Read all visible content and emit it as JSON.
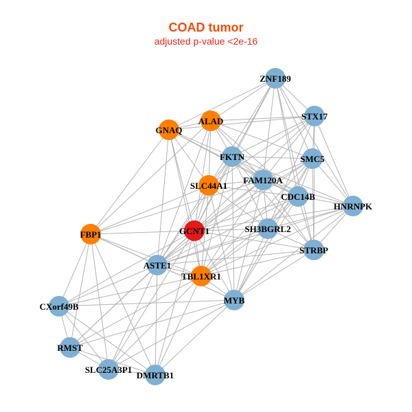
{
  "header": {
    "title": "COAD tumor",
    "subtitle": "adjusted p-value <2e-16",
    "title_color": "#ee4c0c",
    "subtitle_color": "#e8261c"
  },
  "legend_colors": {
    "center": "#e41a1c",
    "orange": "#ff7f00",
    "blue": "#7fb0d3",
    "edge": "#b3b3b3"
  },
  "nodes": [
    {
      "id": "GCNT1",
      "label": "GCNT1",
      "group": "center"
    },
    {
      "id": "ZNF189",
      "label": "ZNF189",
      "group": "blue"
    },
    {
      "id": "STX17",
      "label": "STX17",
      "group": "blue"
    },
    {
      "id": "ALAD",
      "label": "ALAD",
      "group": "orange"
    },
    {
      "id": "GNAQ",
      "label": "GNAQ",
      "group": "orange"
    },
    {
      "id": "FKTN",
      "label": "FKTN",
      "group": "blue"
    },
    {
      "id": "SMC5",
      "label": "SMC5",
      "group": "blue"
    },
    {
      "id": "FAM120A",
      "label": "FAM120A",
      "group": "blue"
    },
    {
      "id": "SLC44A1",
      "label": "SLC44A1",
      "group": "orange"
    },
    {
      "id": "CDC14B",
      "label": "CDC14B",
      "group": "blue"
    },
    {
      "id": "HNRNPK",
      "label": "HNRNPK",
      "group": "blue"
    },
    {
      "id": "FBP1",
      "label": "FBP1",
      "group": "orange"
    },
    {
      "id": "SH3BGRL2",
      "label": "SH3BGRL2",
      "group": "blue"
    },
    {
      "id": "STRBP",
      "label": "STRBP",
      "group": "blue"
    },
    {
      "id": "ASTE1",
      "label": "ASTE1",
      "group": "blue"
    },
    {
      "id": "TBL1XR1",
      "label": "TBL1XR1",
      "group": "orange"
    },
    {
      "id": "MYB",
      "label": "MYB",
      "group": "blue"
    },
    {
      "id": "CXorf49B",
      "label": "CXorf49B",
      "group": "blue"
    },
    {
      "id": "RMST",
      "label": "RMST",
      "group": "blue"
    },
    {
      "id": "SLC25A3P1",
      "label": "SLC25A3P1",
      "group": "blue"
    },
    {
      "id": "DMRTB1",
      "label": "DMRTB1",
      "group": "blue"
    }
  ],
  "edges": [
    [
      "GCNT1",
      "ZNF189"
    ],
    [
      "GCNT1",
      "STX17"
    ],
    [
      "GCNT1",
      "ALAD"
    ],
    [
      "GCNT1",
      "GNAQ"
    ],
    [
      "GCNT1",
      "FKTN"
    ],
    [
      "GCNT1",
      "SMC5"
    ],
    [
      "GCNT1",
      "FAM120A"
    ],
    [
      "GCNT1",
      "SLC44A1"
    ],
    [
      "GCNT1",
      "CDC14B"
    ],
    [
      "GCNT1",
      "HNRNPK"
    ],
    [
      "GCNT1",
      "FBP1"
    ],
    [
      "GCNT1",
      "SH3BGRL2"
    ],
    [
      "GCNT1",
      "STRBP"
    ],
    [
      "GCNT1",
      "ASTE1"
    ],
    [
      "GCNT1",
      "TBL1XR1"
    ],
    [
      "GCNT1",
      "MYB"
    ],
    [
      "GCNT1",
      "CXorf49B"
    ],
    [
      "GCNT1",
      "RMST"
    ],
    [
      "GCNT1",
      "SLC25A3P1"
    ],
    [
      "GCNT1",
      "DMRTB1"
    ],
    [
      "ZNF189",
      "STX17"
    ],
    [
      "ZNF189",
      "ALAD"
    ],
    [
      "ZNF189",
      "FKTN"
    ],
    [
      "ZNF189",
      "SMC5"
    ],
    [
      "ZNF189",
      "FAM120A"
    ],
    [
      "ZNF189",
      "CDC14B"
    ],
    [
      "ZNF189",
      "HNRNPK"
    ],
    [
      "ZNF189",
      "STRBP"
    ],
    [
      "ZNF189",
      "SLC44A1"
    ],
    [
      "ZNF189",
      "GNAQ"
    ],
    [
      "STX17",
      "ALAD"
    ],
    [
      "STX17",
      "FKTN"
    ],
    [
      "STX17",
      "SMC5"
    ],
    [
      "STX17",
      "FAM120A"
    ],
    [
      "STX17",
      "HNRNPK"
    ],
    [
      "STX17",
      "STRBP"
    ],
    [
      "STX17",
      "SH3BGRL2"
    ],
    [
      "STX17",
      "GNAQ"
    ],
    [
      "STX17",
      "SLC44A1"
    ],
    [
      "ALAD",
      "GNAQ"
    ],
    [
      "ALAD",
      "FKTN"
    ],
    [
      "ALAD",
      "SMC5"
    ],
    [
      "ALAD",
      "FAM120A"
    ],
    [
      "ALAD",
      "CDC14B"
    ],
    [
      "ALAD",
      "SLC44A1"
    ],
    [
      "ALAD",
      "ASTE1"
    ],
    [
      "ALAD",
      "FBP1"
    ],
    [
      "GNAQ",
      "FKTN"
    ],
    [
      "GNAQ",
      "FAM120A"
    ],
    [
      "GNAQ",
      "SLC44A1"
    ],
    [
      "GNAQ",
      "TBL1XR1"
    ],
    [
      "GNAQ",
      "FBP1"
    ],
    [
      "GNAQ",
      "CDC14B"
    ],
    [
      "GNAQ",
      "ASTE1"
    ],
    [
      "FKTN",
      "SMC5"
    ],
    [
      "FKTN",
      "FAM120A"
    ],
    [
      "FKTN",
      "CDC14B"
    ],
    [
      "FKTN",
      "HNRNPK"
    ],
    [
      "FKTN",
      "SH3BGRL2"
    ],
    [
      "FKTN",
      "STRBP"
    ],
    [
      "FKTN",
      "ASTE1"
    ],
    [
      "FKTN",
      "TBL1XR1"
    ],
    [
      "FKTN",
      "MYB"
    ],
    [
      "FKTN",
      "SLC44A1"
    ],
    [
      "SMC5",
      "FAM120A"
    ],
    [
      "SMC5",
      "CDC14B"
    ],
    [
      "SMC5",
      "HNRNPK"
    ],
    [
      "SMC5",
      "SH3BGRL2"
    ],
    [
      "SMC5",
      "STRBP"
    ],
    [
      "SMC5",
      "ASTE1"
    ],
    [
      "SMC5",
      "TBL1XR1"
    ],
    [
      "SMC5",
      "MYB"
    ],
    [
      "FAM120A",
      "CDC14B"
    ],
    [
      "FAM120A",
      "HNRNPK"
    ],
    [
      "FAM120A",
      "SH3BGRL2"
    ],
    [
      "FAM120A",
      "STRBP"
    ],
    [
      "FAM120A",
      "SLC44A1"
    ],
    [
      "FAM120A",
      "ASTE1"
    ],
    [
      "FAM120A",
      "TBL1XR1"
    ],
    [
      "FAM120A",
      "MYB"
    ],
    [
      "FAM120A",
      "FBP1"
    ],
    [
      "SLC44A1",
      "CDC14B"
    ],
    [
      "SLC44A1",
      "SH3BGRL2"
    ],
    [
      "SLC44A1",
      "ASTE1"
    ],
    [
      "SLC44A1",
      "TBL1XR1"
    ],
    [
      "SLC44A1",
      "FBP1"
    ],
    [
      "SLC44A1",
      "MYB"
    ],
    [
      "CDC14B",
      "HNRNPK"
    ],
    [
      "CDC14B",
      "SH3BGRL2"
    ],
    [
      "CDC14B",
      "STRBP"
    ],
    [
      "CDC14B",
      "TBL1XR1"
    ],
    [
      "CDC14B",
      "MYB"
    ],
    [
      "CDC14B",
      "ASTE1"
    ],
    [
      "HNRNPK",
      "SH3BGRL2"
    ],
    [
      "HNRNPK",
      "STRBP"
    ],
    [
      "HNRNPK",
      "MYB"
    ],
    [
      "HNRNPK",
      "ASTE1"
    ],
    [
      "HNRNPK",
      "TBL1XR1"
    ],
    [
      "FBP1",
      "ASTE1"
    ],
    [
      "FBP1",
      "TBL1XR1"
    ],
    [
      "FBP1",
      "CXorf49B"
    ],
    [
      "FBP1",
      "RMST"
    ],
    [
      "FBP1",
      "SLC25A3P1"
    ],
    [
      "FBP1",
      "DMRTB1"
    ],
    [
      "FBP1",
      "MYB"
    ],
    [
      "SH3BGRL2",
      "STRBP"
    ],
    [
      "SH3BGRL2",
      "ASTE1"
    ],
    [
      "SH3BGRL2",
      "TBL1XR1"
    ],
    [
      "SH3BGRL2",
      "MYB"
    ],
    [
      "STRBP",
      "ASTE1"
    ],
    [
      "STRBP",
      "TBL1XR1"
    ],
    [
      "STRBP",
      "MYB"
    ],
    [
      "ASTE1",
      "TBL1XR1"
    ],
    [
      "ASTE1",
      "MYB"
    ],
    [
      "ASTE1",
      "CXorf49B"
    ],
    [
      "ASTE1",
      "RMST"
    ],
    [
      "ASTE1",
      "SLC25A3P1"
    ],
    [
      "ASTE1",
      "DMRTB1"
    ],
    [
      "TBL1XR1",
      "MYB"
    ],
    [
      "TBL1XR1",
      "CXorf49B"
    ],
    [
      "TBL1XR1",
      "RMST"
    ],
    [
      "TBL1XR1",
      "SLC25A3P1"
    ],
    [
      "TBL1XR1",
      "DMRTB1"
    ],
    [
      "MYB",
      "CXorf49B"
    ],
    [
      "MYB",
      "RMST"
    ],
    [
      "MYB",
      "SLC25A3P1"
    ],
    [
      "MYB",
      "DMRTB1"
    ],
    [
      "CXorf49B",
      "RMST"
    ],
    [
      "CXorf49B",
      "SLC25A3P1"
    ],
    [
      "CXorf49B",
      "DMRTB1"
    ],
    [
      "RMST",
      "SLC25A3P1"
    ],
    [
      "RMST",
      "DMRTB1"
    ],
    [
      "SLC25A3P1",
      "DMRTB1"
    ]
  ]
}
